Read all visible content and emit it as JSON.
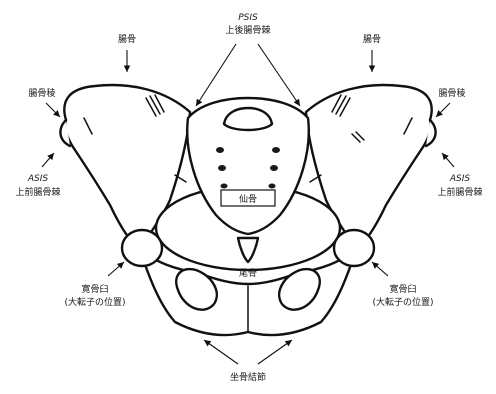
{
  "labels": {
    "psis_en": "PSIS",
    "psis_jp": "上後腸骨棘",
    "ilium_left": "腸骨",
    "ilium_right": "腸骨",
    "iliac_crest_left": "腸骨稜",
    "iliac_crest_right": "腸骨稜",
    "asis_en_left": "ASIS",
    "asis_jp_left": "上前腸骨棘",
    "asis_en_right": "ASIS",
    "asis_jp_right": "上前腸骨棘",
    "sacrum": "仙骨",
    "coccyx": "尾骨",
    "acetabulum_left_1": "寛骨臼",
    "acetabulum_left_2": "(大転子の位置)",
    "acetabulum_right_1": "寛骨臼",
    "acetabulum_right_2": "(大転子の位置)",
    "ischial_tuberosity": "坐骨結節"
  }
}
